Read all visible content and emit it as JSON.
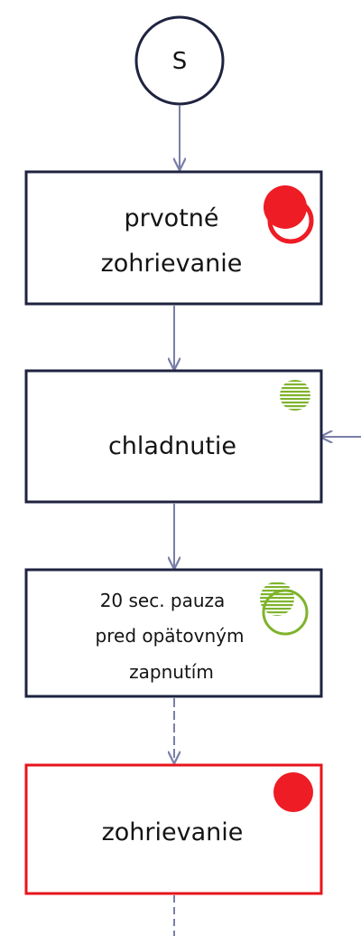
{
  "start": {
    "label": "S"
  },
  "nodes": [
    {
      "id": "prvotne-zohrievanie",
      "lines": [
        "prvotné",
        "zohrievanie"
      ],
      "border_color": "#1f2340",
      "status_icon": "red-dot-icon-with-ring"
    },
    {
      "id": "chladnutie",
      "lines": [
        "chladnutie"
      ],
      "border_color": "#1f2340",
      "status_icon": "green-striped-dot-icon"
    },
    {
      "id": "pauza",
      "lines": [
        "20 sec. pauza",
        "pred opätovným",
        "zapnutím"
      ],
      "border_color": "#1f2340",
      "status_icon": "green-striped-dot-icon-with-ring"
    },
    {
      "id": "zohrievanie",
      "lines": [
        "zohrievanie"
      ],
      "border_color": "#e8141b",
      "status_icon": "red-dot-icon"
    }
  ],
  "colors": {
    "arrow": "#7a7fa8",
    "node_border_default": "#1f2340",
    "node_border_active": "#e8141b",
    "status_red": "#ee1c25",
    "status_green": "#7fb32c"
  }
}
